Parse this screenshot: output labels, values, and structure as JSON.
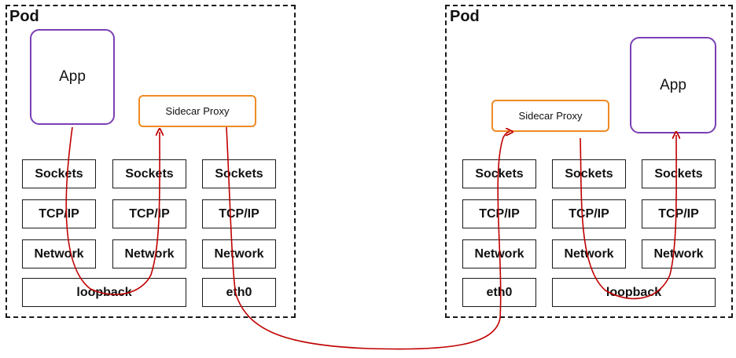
{
  "pods": [
    {
      "label": "Pod",
      "app": "App",
      "proxy": "Sidecar Proxy",
      "stacks": [
        [
          "Sockets",
          "TCP/IP",
          "Network"
        ],
        [
          "Sockets",
          "TCP/IP",
          "Network"
        ],
        [
          "Sockets",
          "TCP/IP",
          "Network"
        ]
      ],
      "loopback": "loopback",
      "eth": "eth0"
    },
    {
      "label": "Pod",
      "app": "App",
      "proxy": "Sidecar Proxy",
      "stacks": [
        [
          "Sockets",
          "TCP/IP",
          "Network"
        ],
        [
          "Sockets",
          "TCP/IP",
          "Network"
        ],
        [
          "Sockets",
          "TCP/IP",
          "Network"
        ]
      ],
      "loopback": "loopback",
      "eth": "eth0"
    }
  ],
  "colors": {
    "app_border": "#7a3fb5",
    "proxy_border": "#f08a24",
    "flow_line": "#c00000"
  }
}
